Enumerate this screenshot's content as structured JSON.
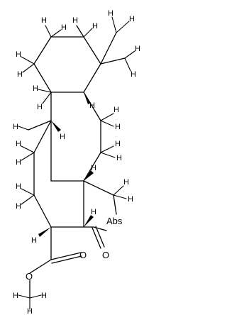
{
  "molecule": {
    "atom_labels": {
      "hetero_abs": "Abs",
      "carbonyl_o": "O",
      "ester_o_double": "O",
      "ester_o_single": "O",
      "hydrogen": "H"
    },
    "colors": {
      "ink": "#000000",
      "background": "#ffffff"
    }
  }
}
